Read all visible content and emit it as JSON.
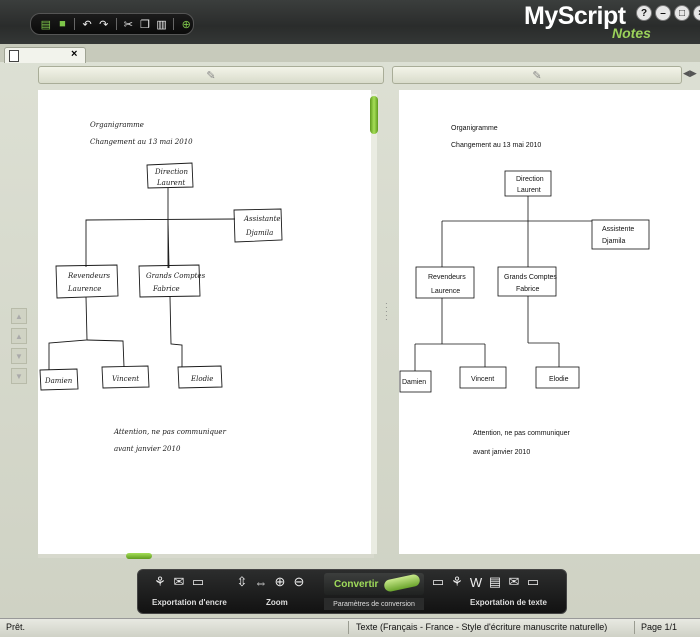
{
  "app": {
    "brand": "MyScript",
    "brand_sub": "Notes"
  },
  "window_buttons": [
    "?",
    "–",
    "□",
    "×"
  ],
  "quick_toolbar": [
    "open-icon",
    "save-icon",
    "undo-icon",
    "redo-icon",
    "cut-icon",
    "copy-icon",
    "paste-icon",
    "add-page-icon"
  ],
  "doc_tab": {
    "close": "×"
  },
  "handwriting": {
    "title_line1": "Organigramme",
    "title_line2": "Changement au 13 mai 2010",
    "nodes": {
      "direction": [
        "Direction",
        "Laurent"
      ],
      "assistante": [
        "Assistante",
        "Djamila"
      ],
      "revendeurs": [
        "Revendeurs",
        "Laurence"
      ],
      "grands_comptes": [
        "Grands Comptes",
        "Fabrice"
      ],
      "damien": [
        "Damien"
      ],
      "vincent": [
        "Vincent"
      ],
      "elodie": [
        "Elodie"
      ]
    },
    "note_line1": "Attention, ne pas communiquer",
    "note_line2": "avant janvier 2010"
  },
  "converted": {
    "title_line1": "Organigramme",
    "title_line2": "Changement au 13 mai 2010",
    "nodes": {
      "direction": [
        "Direction",
        "Laurent"
      ],
      "assistante": [
        "Assistente",
        "Djamila"
      ],
      "revendeurs": [
        "Revendeurs",
        "Laurence"
      ],
      "grands_comptes": [
        "Grands Comptes",
        "Fabrice"
      ],
      "damien": [
        "Damien"
      ],
      "vincent": [
        "Vincent"
      ],
      "elodie": [
        "Elodie"
      ]
    },
    "note_line1": "Attention, ne pas communiquer",
    "note_line2": "avant janvier 2010"
  },
  "bottom_toolbar": {
    "ink_export_label": "Exportation d'encre",
    "zoom_label": "Zoom",
    "convert_label": "Convertir",
    "conversion_params_label": "Paramètres de conversion",
    "text_export_label": "Exportation de texte"
  },
  "status": {
    "state": "Prêt.",
    "language": "Texte (Français - France - Style d'écriture manuscrite naturelle)",
    "page": "Page 1/1"
  }
}
